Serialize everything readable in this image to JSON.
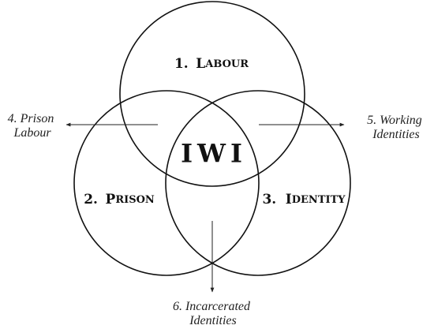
{
  "diagram": {
    "center": "IWI",
    "sets": [
      {
        "number": "1.",
        "initial": "L",
        "rest": "ABOUR"
      },
      {
        "number": "2.",
        "initial": "P",
        "rest": "RISON"
      },
      {
        "number": "3.",
        "initial": "I",
        "rest": "DENTITY"
      }
    ],
    "overlaps": [
      {
        "line1": "4. Prison",
        "line2": "Labour"
      },
      {
        "line1": "5. Working",
        "line2": "Identities"
      },
      {
        "line1": "6. Incarcerated",
        "line2": "Identities"
      }
    ]
  }
}
